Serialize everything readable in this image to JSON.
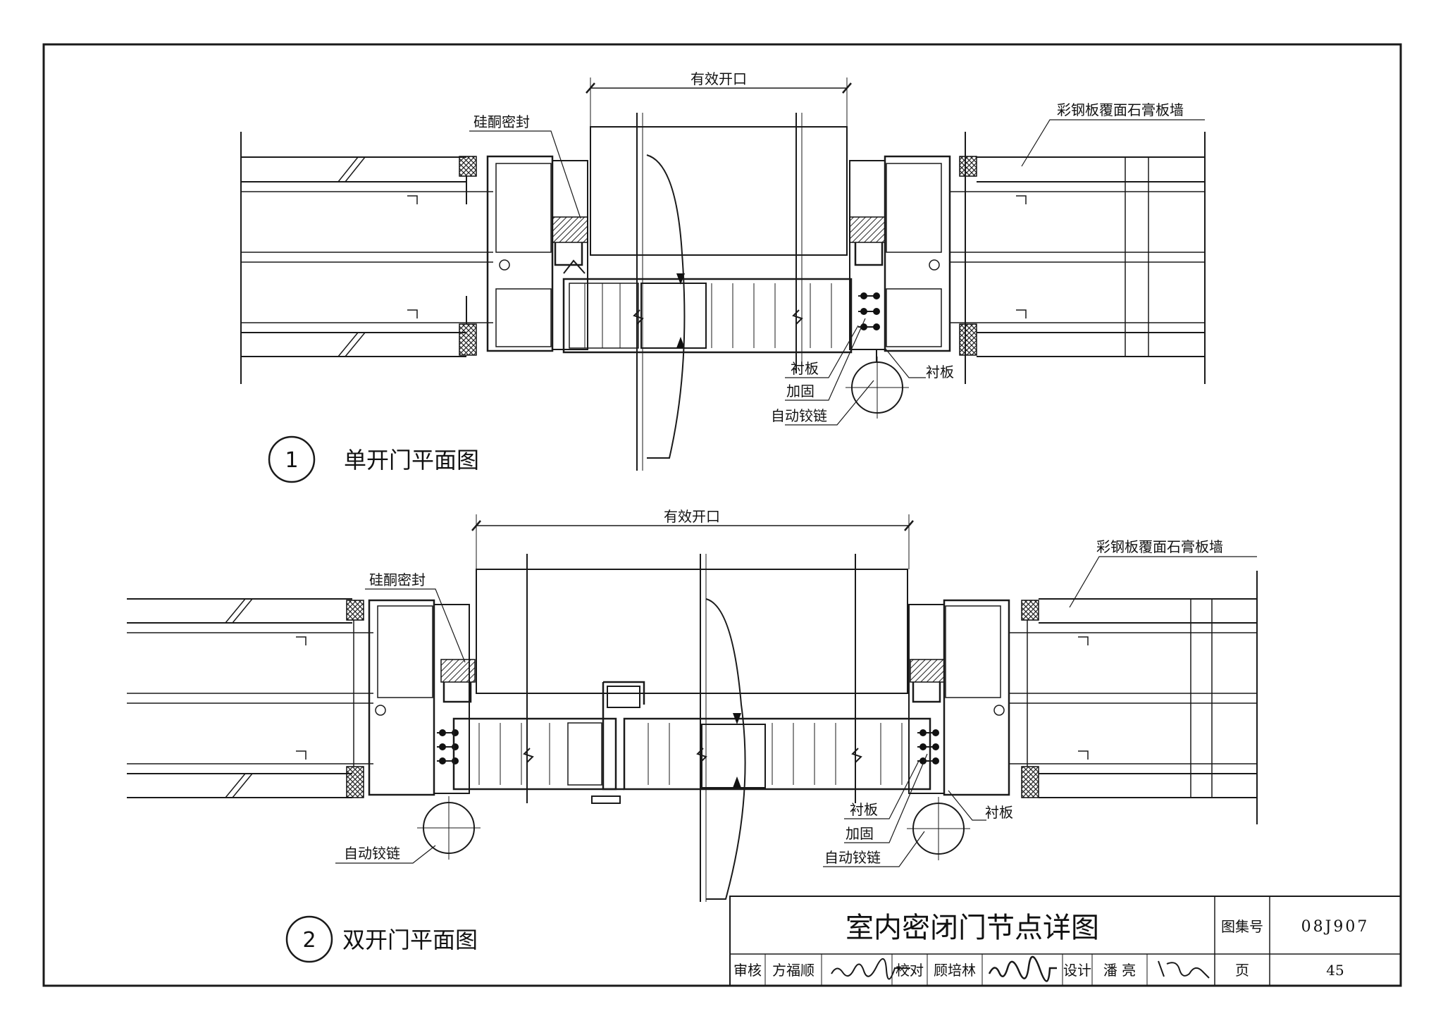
{
  "sheet": {
    "title": "室内密闭门节点详图",
    "atlas_label": "图集号",
    "atlas_number": "08J907",
    "page_label": "页",
    "page_number": "45",
    "review_label": "审核",
    "reviewer": "方福顺",
    "check_label": "校对",
    "checker": "顾培林",
    "design_label": "设计",
    "designer": "潘 亮"
  },
  "detail_1": {
    "number": "1",
    "title": "单开门平面图",
    "dimension": "有效开口",
    "seal": "硅酮密封",
    "wall": "彩钢板覆面石膏板墙",
    "backing_left": "衬板",
    "reinforce": "加固",
    "hinge": "自动铰链",
    "backing_right": "衬板"
  },
  "detail_2": {
    "number": "2",
    "title": "双开门平面图",
    "dimension": "有效开口",
    "seal": "硅酮密封",
    "wall": "彩钢板覆面石膏板墙",
    "hinge_left": "自动铰链",
    "backing_left": "衬板",
    "reinforce": "加固",
    "hinge_right": "自动铰链",
    "backing_right": "衬板"
  }
}
